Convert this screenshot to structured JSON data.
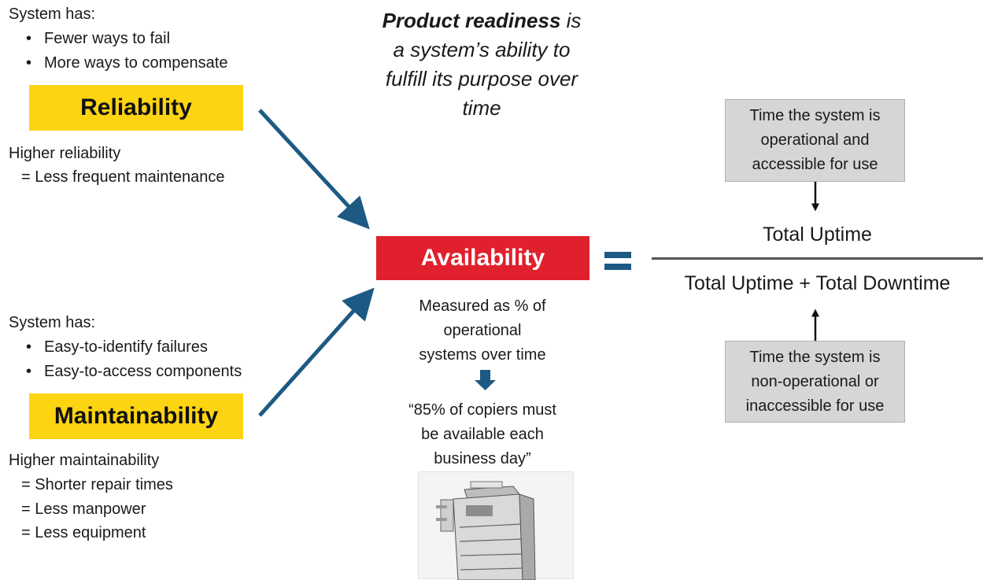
{
  "reliability": {
    "intro": "System has:",
    "bullets": [
      "Fewer ways to fail",
      "More ways to compensate"
    ],
    "label": "Reliability",
    "benefit_title": "Higher reliability",
    "benefits": [
      "= Less frequent maintenance"
    ]
  },
  "maintainability": {
    "intro": "System has:",
    "bullets": [
      "Easy-to-identify failures",
      "Easy-to-access components"
    ],
    "label": "Maintainability",
    "benefit_title": "Higher maintainability",
    "benefits": [
      "= Shorter repair times",
      "= Less manpower",
      "= Less equipment"
    ]
  },
  "definition": {
    "term": "Product readiness",
    "line1_rest": " is",
    "lines": [
      "a system’s ability to",
      "fulfill its purpose over",
      "time"
    ]
  },
  "availability": {
    "label": "Availability",
    "measured": [
      "Measured as % of",
      "operational",
      "systems over time"
    ],
    "example": [
      "“85% of copiers must",
      "be available each",
      "business day”"
    ],
    "image_label": "copier"
  },
  "formula": {
    "numerator": "Total Uptime",
    "denominator": "Total Uptime + Total Downtime",
    "uptime_note": [
      "Time the system is",
      "operational and",
      "accessible for use"
    ],
    "downtime_note": [
      "Time the system is",
      "non-operational or",
      "inaccessible for use"
    ]
  },
  "colors": {
    "yellow": "#fdd411",
    "red": "#e0202c",
    "arrow_blue": "#1c5a83",
    "grey_box": "#d6d6d6"
  }
}
